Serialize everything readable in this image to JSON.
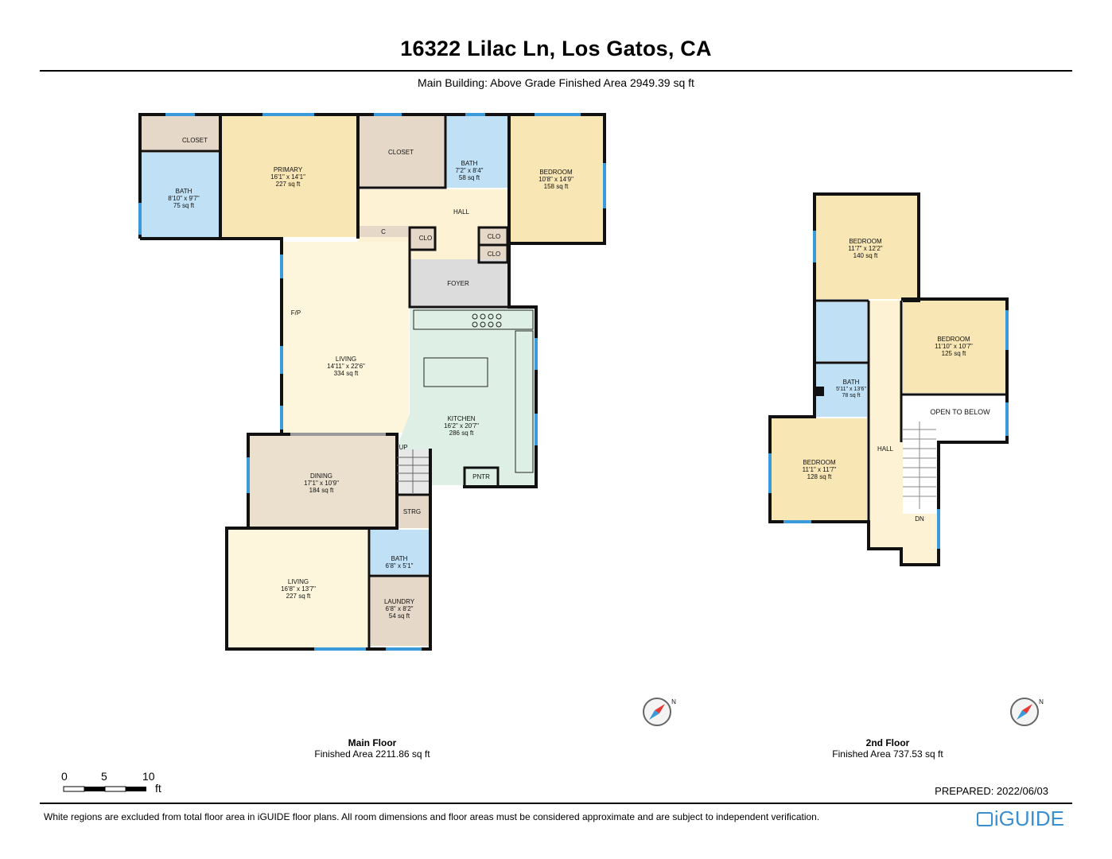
{
  "header": {
    "title": "16322 Lilac Ln, Los Gatos, CA",
    "subtitle": "Main Building: Above Grade Finished Area 2949.39 sq ft"
  },
  "main_floor": {
    "name": "Main Floor",
    "area": "Finished Area 2211.86 sq ft",
    "rooms": {
      "closet1": "CLOSET",
      "closet2": "CLOSET",
      "bath1_name": "BATH",
      "bath1_dim": "8'10\" x 9'7\"",
      "bath1_area": "75 sq ft",
      "primary_name": "PRIMARY",
      "primary_dim": "16'1\" x 14'1\"",
      "primary_area": "227 sq ft",
      "bath2_name": "BATH",
      "bath2_dim": "7'2\" x 8'4\"",
      "bath2_area": "58 sq ft",
      "bedroom_name": "BEDROOM",
      "bedroom_dim": "10'8\" x 14'9\"",
      "bedroom_area": "158 sq ft",
      "hall": "HALL",
      "c": "C",
      "clo1": "CLO",
      "clo2": "CLO",
      "clo3": "CLO",
      "foyer": "FOYER",
      "fp": "F/P",
      "living1_name": "LIVING",
      "living1_dim": "14'11\" x 22'6\"",
      "living1_area": "334 sq ft",
      "kitchen_name": "KITCHEN",
      "kitchen_dim": "16'2\" x 20'7\"",
      "kitchen_area": "286 sq ft",
      "up": "UP",
      "pntr": "PNTR",
      "dining_name": "DINING",
      "dining_dim": "17'1\" x 10'9\"",
      "dining_area": "184 sq ft",
      "strg": "STRG",
      "bath3_name": "BATH",
      "bath3_dim": "6'8\" x 5'1\"",
      "living2_name": "LIVING",
      "living2_dim": "16'8\" x 13'7\"",
      "living2_area": "227 sq ft",
      "laundry_name": "LAUNDRY",
      "laundry_dim": "6'8\" x 8'2\"",
      "laundry_area": "54 sq ft"
    }
  },
  "second_floor": {
    "name": "2nd Floor",
    "area": "Finished Area 737.53 sq ft",
    "rooms": {
      "bed1_name": "BEDROOM",
      "bed1_dim": "11'7\" x 12'2\"",
      "bed1_area": "140 sq ft",
      "bed2_name": "BEDROOM",
      "bed2_dim": "11'10\" x 10'7\"",
      "bed2_area": "125 sq ft",
      "bath_name": "BATH",
      "bath_dim": "5'11\" x 13'6\"",
      "bath_area": "78 sq ft",
      "open": "OPEN TO BELOW",
      "hall": "HALL",
      "bed3_name": "BEDROOM",
      "bed3_dim": "11'1\" x 11'7\"",
      "bed3_area": "128 sq ft",
      "dn": "DN"
    }
  },
  "compass": {
    "north_label": "N"
  },
  "scale": {
    "t0": "0",
    "t5": "5",
    "t10": "10",
    "unit": "ft"
  },
  "prepared": "PREPARED: 2022/06/03",
  "footer": "White regions are excluded from total floor area in iGUIDE floor plans. All room dimensions and floor areas must be considered approximate and are subject to independent verification.",
  "brand": "iGUIDE",
  "colors": {
    "bedroom": "#f8e6b4",
    "closet": "#e6d8c9",
    "bath": "#bfe0f5",
    "hall": "#fdf3d4",
    "foyer": "#dcdcdc",
    "kitchen": "#def0e5",
    "dining": "#ebdfce",
    "living": "#fdf5dc",
    "window": "#3b9ad9",
    "brand": "#3a8fd1"
  }
}
